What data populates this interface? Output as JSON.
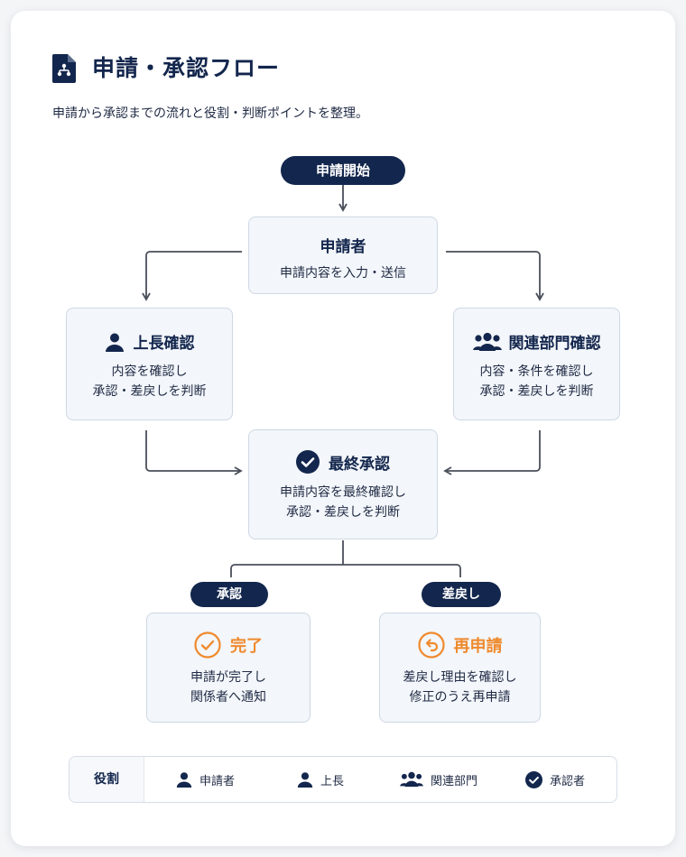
{
  "header": {
    "title": "申請・承認フロー",
    "subtitle": "申請から承認までの流れと役割・判断ポイントを整理。"
  },
  "flow": {
    "start_pill": "申請開始",
    "applicant": {
      "title": "申請者",
      "desc": "申請内容を入力・送信"
    },
    "supervisor": {
      "title": "上長確認",
      "desc_line1": "内容を確認し",
      "desc_line2": "承認・差戻しを判断"
    },
    "related_dept": {
      "title": "関連部門確認",
      "desc_line1": "内容・条件を確認し",
      "desc_line2": "承認・差戻しを判断"
    },
    "final": {
      "title": "最終承認",
      "desc_line1": "申請内容を最終確認し",
      "desc_line2": "承認・差戻しを判断"
    },
    "approve_pill": "承認",
    "reject_pill": "差戻し",
    "complete": {
      "title": "完了",
      "desc_line1": "申請が完了し",
      "desc_line2": "関係者へ通知"
    },
    "resubmit": {
      "title": "再申請",
      "desc_line1": "差戻し理由を確認し",
      "desc_line2": "修正のうえ再申請"
    }
  },
  "legend": {
    "label": "役割",
    "items": [
      {
        "icon": "person-icon",
        "label": "申請者"
      },
      {
        "icon": "person-icon",
        "label": "上長"
      },
      {
        "icon": "group-icon",
        "label": "関連部門"
      },
      {
        "icon": "check-circle-icon",
        "label": "承認者"
      }
    ]
  },
  "colors": {
    "navy": "#13264d",
    "orange": "#ef8a2e",
    "box_bg": "#f3f6fa",
    "box_border": "#cfd8e5"
  }
}
